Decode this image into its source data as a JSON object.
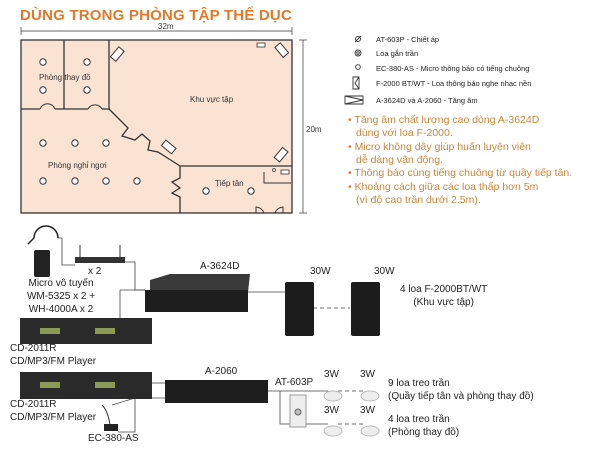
{
  "title": "DÙNG TRONG PHÒNG TẬP THỂ DỤC",
  "floorplan": {
    "width_label": "32m",
    "height_label": "20m",
    "rooms": [
      "Phòng thay đồ",
      "Khu vực tập",
      "Phòng nghỉ ngơi",
      "Tiếp tân"
    ]
  },
  "legend": [
    {
      "icon": "attenuator-icon",
      "text": "AT-603P -  Chiết áp"
    },
    {
      "icon": "ceiling-speaker-icon",
      "text": "Loa gắn trần"
    },
    {
      "icon": "paging-mic-icon",
      "text": "EC-380-AS - Micro thông báo có tiếng chuông"
    },
    {
      "icon": "wall-speaker-icon",
      "text": "F-2000 BT/WT - Loa thông báo nghe nhạc nền"
    },
    {
      "icon": "amplifier-icon",
      "text": "A-3624D và A-2060 - Tăng âm"
    }
  ],
  "bullets": [
    "• Tăng âm chất lượng cao dòng A-3624D",
    "  dùng với loa F-2000.",
    "• Micro không dây giúp huấn luyện viên",
    "  dễ dàng vận động.",
    "• Thông báo cùng tiếng chuông từ quầy tiếp tân.",
    "• Khoảng cách giữa các loa thấp hơn 5m",
    "  (vì độ cao trần dưới 2.5m)."
  ],
  "equipment": {
    "receiver_qty": "x 2",
    "mic_label": [
      "Micro vô tuyến",
      "WM-5325 x 2 +",
      "WH-4000A x 2"
    ],
    "amp1": "A-3624D",
    "amp2": "A-2060",
    "cd1": [
      "CD-2011R",
      "CD/MP3/FM Player"
    ],
    "cd2": [
      "CD-2011R",
      "CD/MP3/FM Player"
    ],
    "paging_mic": "EC-380-AS",
    "attenuator": "AT-603P",
    "wall_speaker_watt": "30W",
    "ceiling_speaker_watt": "3W",
    "wall_speakers_desc": [
      "4 loa F-2000BT/WT",
      "(Khu vực tập)"
    ],
    "ceiling_group1": [
      "9 loa treo trần",
      "(Quầy tiếp tân và phòng thay đồ)"
    ],
    "ceiling_group2": [
      "4 loa treo trần",
      "(Phòng thay đồ)"
    ]
  },
  "colors": {
    "title": "#E07A2A",
    "bullets": "#C8873A",
    "floor": "#FBE3D3"
  }
}
